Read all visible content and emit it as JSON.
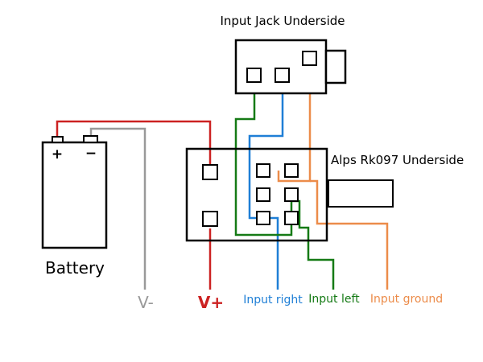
{
  "labels": {
    "jack_title": "Input Jack Underside",
    "pot_title": "Alps Rk097 Underside",
    "battery": "Battery",
    "battery_plus": "+",
    "battery_minus": "−",
    "v_minus": "V-",
    "v_plus": "V+",
    "input_right": "Input right",
    "input_left": "Input left",
    "input_ground": "Input ground"
  },
  "colors": {
    "red": "#cc2222",
    "gray": "#999999",
    "blue": "#1f7fd6",
    "green": "#157a15",
    "orange": "#ec8c4a",
    "black": "#000000"
  }
}
